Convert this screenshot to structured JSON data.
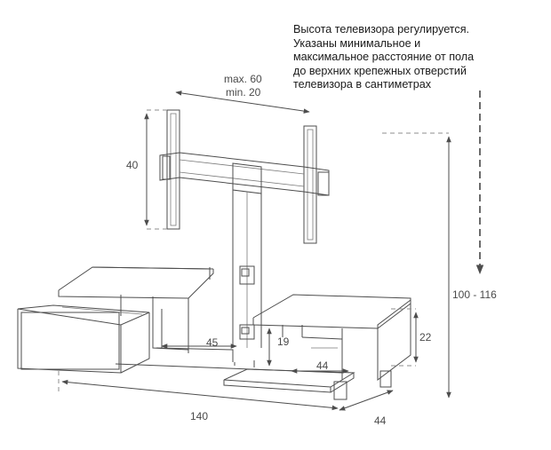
{
  "note": "Высота телевизора регулируется.\nУказаны минимальное и\nмаксимальное  расстояние от пола\nдо верхних крепежных отверстий\nтелевизора в сантиметрах",
  "dimensions": {
    "bracket_width_max": "max. 60",
    "bracket_width_min": "min. 20",
    "bracket_height": "40",
    "total_height": "100 - 116",
    "inner_width": "45",
    "inner_height": "19",
    "side_height": "22",
    "side_width": "44",
    "total_width": "140",
    "depth": "44"
  },
  "colors": {
    "line": "#4d4d4d",
    "text": "#1a1a1a",
    "dim_text": "#4a4a4a"
  }
}
